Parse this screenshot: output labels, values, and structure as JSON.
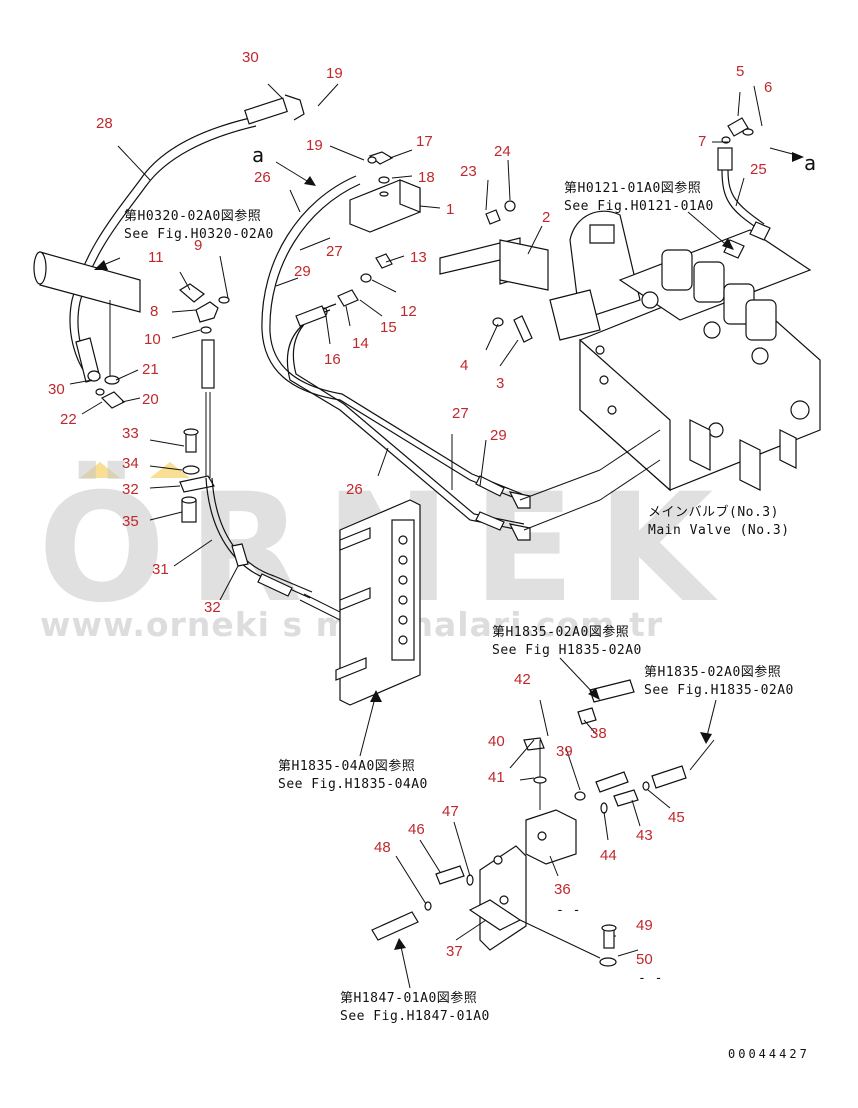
{
  "watermark": {
    "brand": "ÖRNEK",
    "url": "www.orneki s makinalari.com.tr"
  },
  "doc_number": "00044427",
  "markers": {
    "a1": "a",
    "a2": "a"
  },
  "refs": {
    "h0320_jp": "第H0320-02A0図参照",
    "h0320_en": "See Fig.H0320-02A0",
    "h0121_jp": "第H0121-01A0図参照",
    "h0121_en": "See Fig.H0121-01A0",
    "main_valve_jp": "メインバルブ(No.3)",
    "main_valve_en": "Main Valve (No.3)",
    "h1835_jp": "第H1835-02A0図参照",
    "h1835_en": "See Fig H1835-02A0",
    "h1835b_jp": "第H1835-02A0図参照",
    "h1835b_en": "See Fig.H1835-02A0",
    "h1835_04_jp": "第H1835-04A0図参照",
    "h1835_04_en": "See Fig.H1835-04A0",
    "h1847_jp": "第H1847-01A0図参照",
    "h1847_en": "See Fig.H1847-01A0",
    "dash1": "- -",
    "dash2": "- -"
  },
  "part_numbers": [
    "1",
    "2",
    "3",
    "4",
    "5",
    "6",
    "7",
    "8",
    "9",
    "10",
    "11",
    "12",
    "13",
    "14",
    "15",
    "16",
    "17",
    "18",
    "19",
    "19b",
    "20",
    "21",
    "22",
    "23",
    "24",
    "25",
    "26",
    "26b",
    "27",
    "27b",
    "28",
    "29",
    "29b",
    "30",
    "30b",
    "31",
    "32",
    "32b",
    "33",
    "34",
    "35",
    "36",
    "37",
    "38",
    "39",
    "40",
    "41",
    "42",
    "43",
    "44",
    "45",
    "46",
    "47",
    "48",
    "49",
    "50"
  ],
  "labels": {
    "p1": "1",
    "p2": "2",
    "p3": "3",
    "p4": "4",
    "p5": "5",
    "p6": "6",
    "p7": "7",
    "p8": "8",
    "p9": "9",
    "p10": "10",
    "p11": "11",
    "p12": "12",
    "p13": "13",
    "p14": "14",
    "p15": "15",
    "p16": "16",
    "p17": "17",
    "p18": "18",
    "p19": "19",
    "p19b": "19",
    "p20": "20",
    "p21": "21",
    "p22": "22",
    "p23": "23",
    "p24": "24",
    "p25": "25",
    "p26": "26",
    "p26b": "26",
    "p27": "27",
    "p27b": "27",
    "p28": "28",
    "p29": "29",
    "p29b": "29",
    "p30": "30",
    "p30b": "30",
    "p31": "31",
    "p32": "32",
    "p32b": "32",
    "p33": "33",
    "p34": "34",
    "p35": "35",
    "p36": "36",
    "p37": "37",
    "p38": "38",
    "p39": "39",
    "p40": "40",
    "p41": "41",
    "p42": "42",
    "p43": "43",
    "p44": "44",
    "p45": "45",
    "p46": "46",
    "p47": "47",
    "p48": "48",
    "p49": "49",
    "p50": "50"
  },
  "colors": {
    "part_number": "#c0282d",
    "line": "#111111",
    "watermark": "#c8c8c8",
    "watermark_accent": "#f2c53d"
  }
}
